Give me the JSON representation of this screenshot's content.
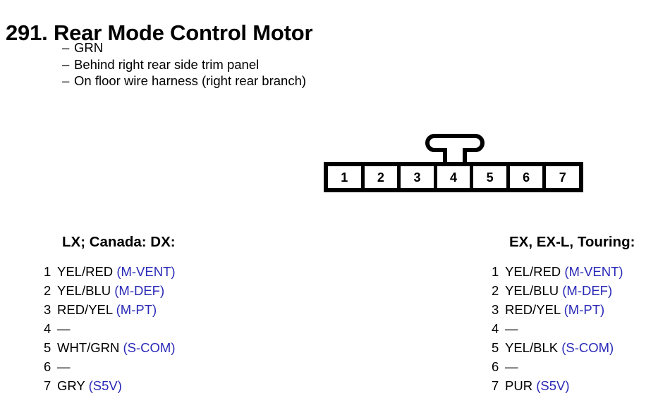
{
  "header": {
    "number": "291.",
    "title": "291. Rear Mode Control Motor",
    "notes": [
      {
        "dash": "–",
        "text": "GRN"
      },
      {
        "dash": "–",
        "text": "Behind right rear side trim panel"
      },
      {
        "dash": "–",
        "text": "On floor wire harness (right rear branch)"
      }
    ]
  },
  "connector": {
    "pin_count": 7,
    "pins": [
      "1",
      "2",
      "3",
      "4",
      "5",
      "6",
      "7"
    ],
    "latch_over_pin": "4"
  },
  "colors": {
    "signal_blue": "#2a2ab8",
    "text_black": "#000000",
    "background": "#ffffff"
  },
  "columns": [
    {
      "heading": "LX; Canada: DX:",
      "rows": [
        {
          "num": "1",
          "wire": "YEL/RED",
          "signal": "(M-VENT)"
        },
        {
          "num": "2",
          "wire": "YEL/BLU",
          "signal": "(M-DEF)"
        },
        {
          "num": "3",
          "wire": "RED/YEL",
          "signal": "(M-PT)"
        },
        {
          "num": "4",
          "wire": "—",
          "signal": ""
        },
        {
          "num": "5",
          "wire": "WHT/GRN",
          "signal": "(S-COM)"
        },
        {
          "num": "6",
          "wire": "—",
          "signal": ""
        },
        {
          "num": "7",
          "wire": "GRY",
          "signal": "(S5V)"
        }
      ]
    },
    {
      "heading": "EX, EX-L, Touring:",
      "rows": [
        {
          "num": "1",
          "wire": "YEL/RED",
          "signal": "(M-VENT)"
        },
        {
          "num": "2",
          "wire": "YEL/BLU",
          "signal": "(M-DEF)"
        },
        {
          "num": "3",
          "wire": "RED/YEL",
          "signal": "(M-PT)"
        },
        {
          "num": "4",
          "wire": "—",
          "signal": ""
        },
        {
          "num": "5",
          "wire": "YEL/BLK",
          "signal": "(S-COM)"
        },
        {
          "num": "6",
          "wire": "—",
          "signal": ""
        },
        {
          "num": "7",
          "wire": "PUR",
          "signal": "(S5V)"
        }
      ]
    }
  ]
}
